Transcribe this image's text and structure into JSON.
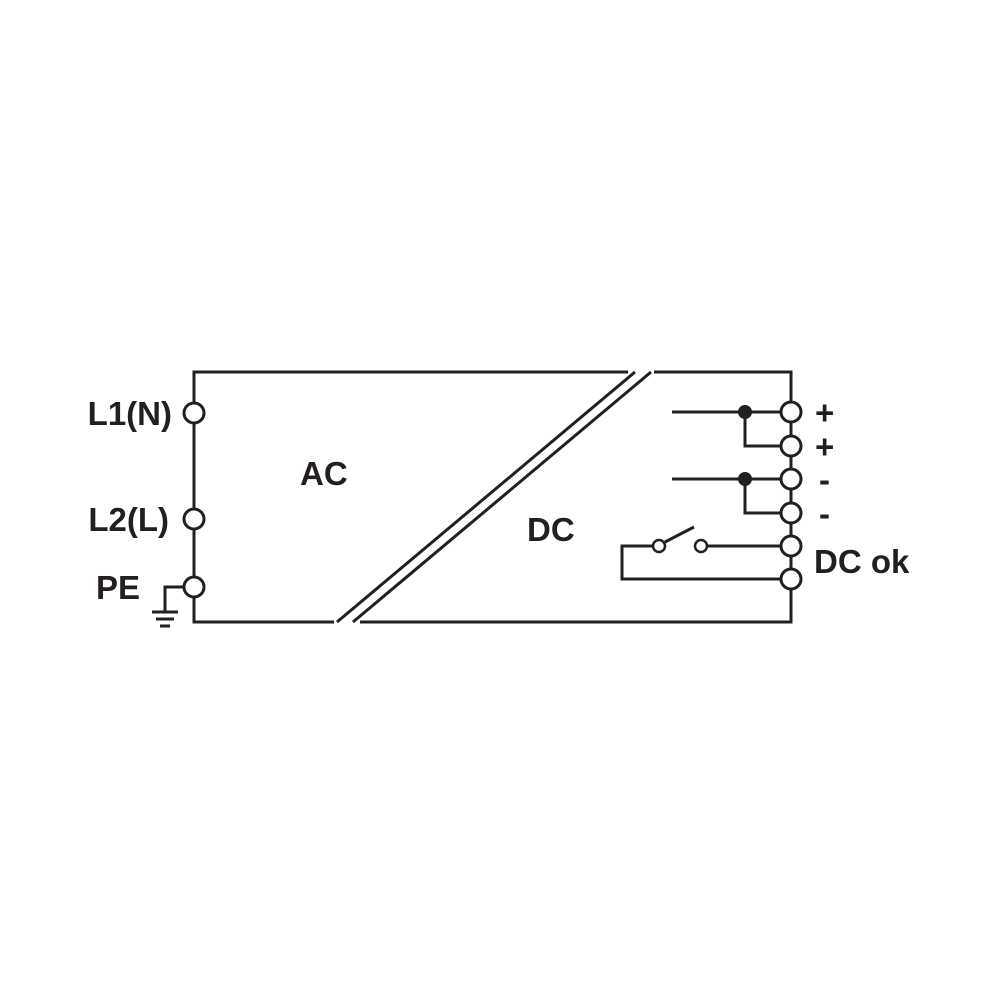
{
  "diagram": {
    "ac_label": "AC",
    "dc_label": "DC",
    "input_terminals": {
      "l1": "L1(N)",
      "l2": "L2(L)",
      "pe": "PE"
    },
    "output_terminals": {
      "plus_1": "+",
      "plus_2": "+",
      "minus_1": "-",
      "minus_2": "-",
      "dc_ok": "DC ok"
    },
    "colors": {
      "line": "#231f20",
      "background": "#ffffff"
    }
  }
}
